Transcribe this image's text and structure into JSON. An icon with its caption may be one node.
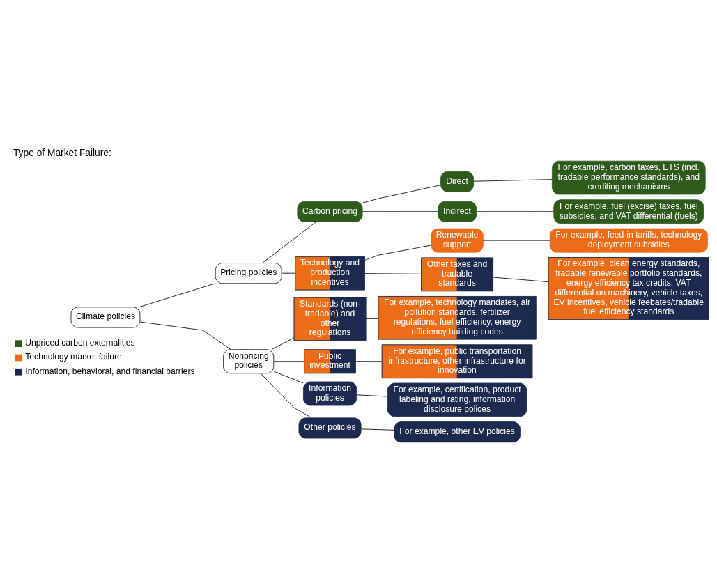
{
  "diagram": {
    "title": "Type of Market Failure:",
    "nodes": [
      {
        "text": [
          "Climate policies"
        ]
      },
      {
        "text": [
          "Pricing policies"
        ]
      },
      {
        "text": [
          "Carbon pricing"
        ]
      },
      {
        "text": [
          "Direct"
        ]
      },
      {
        "text": [
          "For example, carbon taxes, ETS (incl. tradable performance standards), and crediting mechanisms"
        ]
      },
      {
        "text": [
          "Indirect"
        ]
      },
      {
        "text": [
          "For example, fuel (excise) taxes, fuel subsidies, and VAT differential (fuels)"
        ]
      },
      {
        "text": [
          "Technology and production incentives"
        ]
      },
      {
        "text": [
          "Renewable support"
        ]
      },
      {
        "text": [
          "For example, feed-in tariffs, technology deployment subsidies"
        ]
      },
      {
        "text": [
          "Other taxes and tradable standards"
        ]
      },
      {
        "text": [
          "For example, clean energy standards, tradable renewable portfolio standards, energy efficiency tax credits, VAT differential on machinery, vehicle taxes, EV incentives, vehicle feebates/tradable fuel efficiency standards"
        ]
      },
      {
        "text": [
          "Nonpricing policies"
        ]
      },
      {
        "text": [
          "Standards (non-tradable) and other regulations"
        ]
      },
      {
        "text": [
          "For example, technology mandates, air pollution standards, fertilizer regulations, fuel efficiency, energy efficiency building codes"
        ]
      },
      {
        "text": [
          "Public investment"
        ]
      },
      {
        "text": [
          "For example, public transportation infrastructure, other infrastructure for innovation"
        ]
      },
      {
        "text": [
          "Information policies"
        ]
      },
      {
        "text": [
          "For example, certification, product labeling and rating, information disclosure polices"
        ]
      },
      {
        "text": [
          "Other policies"
        ]
      },
      {
        "text": [
          "For example, other EV policies"
        ]
      }
    ],
    "edges": [
      {
        "from": 0,
        "to": 1,
        "arrow": "none"
      },
      {
        "from": 0,
        "to": 12,
        "arrow": "none"
      },
      {
        "from": 1,
        "to": 2,
        "arrow": "none"
      },
      {
        "from": 1,
        "to": 7,
        "arrow": "none"
      },
      {
        "from": 2,
        "to": 3,
        "arrow": "none"
      },
      {
        "from": 2,
        "to": 5,
        "arrow": "none"
      },
      {
        "from": 3,
        "to": 4,
        "arrow": "none"
      },
      {
        "from": 5,
        "to": 6,
        "arrow": "none"
      },
      {
        "from": 7,
        "to": 8,
        "arrow": "none"
      },
      {
        "from": 7,
        "to": 10,
        "arrow": "none"
      },
      {
        "from": 8,
        "to": 9,
        "arrow": "none"
      },
      {
        "from": 10,
        "to": 11,
        "arrow": "none"
      },
      {
        "from": 12,
        "to": 13,
        "arrow": "none"
      },
      {
        "from": 12,
        "to": 15,
        "arrow": "none"
      },
      {
        "from": 12,
        "to": 17,
        "arrow": "none"
      },
      {
        "from": 12,
        "to": 19,
        "arrow": "none"
      },
      {
        "from": 13,
        "to": 14,
        "arrow": "none"
      },
      {
        "from": 15,
        "to": 16,
        "arrow": "none"
      },
      {
        "from": 17,
        "to": 18,
        "arrow": "none"
      },
      {
        "from": 19,
        "to": 20,
        "arrow": "none"
      }
    ],
    "legend": [
      {
        "text": "Unpriced carbon externalities",
        "color": "#2e5a1c"
      },
      {
        "text": "Technology market failure",
        "color": "#ec6c17"
      },
      {
        "text": "Information, behavioral, and financial barriers",
        "color": "#1b2a4e"
      }
    ]
  }
}
